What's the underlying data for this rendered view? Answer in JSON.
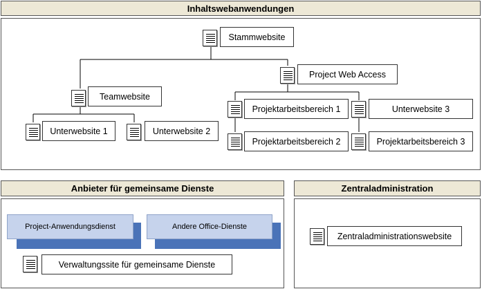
{
  "headers": {
    "content": "Inhaltswebanwendungen",
    "shared_services": "Anbieter für gemeinsame Dienste",
    "central_admin": "Zentraladministration"
  },
  "nodes": {
    "root": "Stammwebsite",
    "pwa": "Project Web Access",
    "team": "Teamwebsite",
    "sub1": "Unterwebsite 1",
    "sub2": "Unterwebsite 2",
    "proj1": "Projektarbeitsbereich 1",
    "proj2": "Projektarbeitsbereich 2",
    "sub3": "Unterwebsite 3",
    "proj3": "Projektarbeitsbereich 3"
  },
  "shared_services": {
    "project_app_service": "Project-Anwendungsdienst",
    "other_office_services": "Andere Office-Dienste",
    "admin_site": "Verwaltungssite für gemeinsame Dienste"
  },
  "central_admin": {
    "site": "Zentraladministrationswebsite"
  },
  "colors": {
    "header_bg": "#ede8d6",
    "service_box": "#c6d3ec",
    "service_shadow": "#4a73b8"
  },
  "icons": [
    "document-icon"
  ]
}
